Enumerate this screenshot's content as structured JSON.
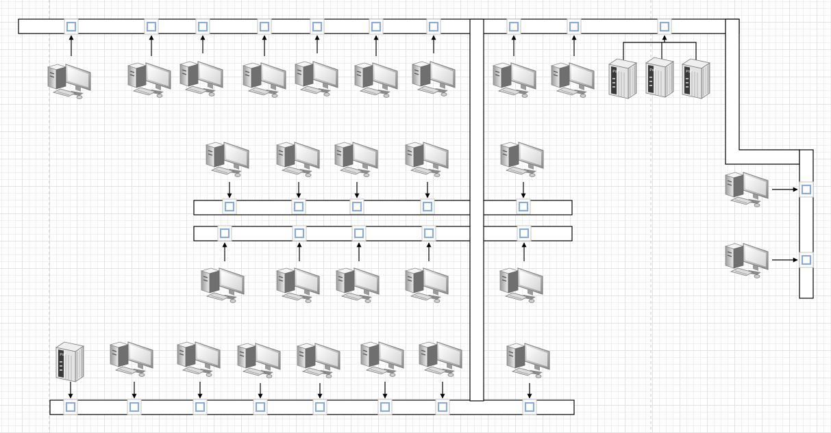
{
  "diagram": {
    "type": "network-topology",
    "colors": {
      "bus_stroke": "#000000",
      "bus_fill": "#ffffff",
      "port_border": "#7ea6d9",
      "port_face": "#ffffff",
      "arrow": "#000000",
      "page_guide": "#c8c8c8"
    },
    "buses": [
      {
        "id": "top-main-bus",
        "orientation": "horizontal"
      },
      {
        "id": "vertical-trunk",
        "orientation": "vertical"
      },
      {
        "id": "upper-middle-bus",
        "orientation": "horizontal"
      },
      {
        "id": "lower-middle-bus",
        "orientation": "horizontal"
      },
      {
        "id": "bottom-bus",
        "orientation": "horizontal"
      },
      {
        "id": "right-branch-bus",
        "orientation": "vertical"
      }
    ],
    "devices": [
      {
        "id": "top-pc-1",
        "kind": "computer",
        "bus": "top-main-bus"
      },
      {
        "id": "top-pc-2",
        "kind": "computer",
        "bus": "top-main-bus"
      },
      {
        "id": "top-pc-3",
        "kind": "computer",
        "bus": "top-main-bus"
      },
      {
        "id": "top-pc-4",
        "kind": "computer",
        "bus": "top-main-bus"
      },
      {
        "id": "top-pc-5",
        "kind": "computer",
        "bus": "top-main-bus"
      },
      {
        "id": "top-pc-6",
        "kind": "computer",
        "bus": "top-main-bus"
      },
      {
        "id": "top-pc-7",
        "kind": "computer",
        "bus": "top-main-bus"
      },
      {
        "id": "top-pc-8",
        "kind": "computer",
        "bus": "top-main-bus"
      },
      {
        "id": "top-pc-9",
        "kind": "computer",
        "bus": "top-main-bus"
      },
      {
        "id": "top-server-1",
        "kind": "server",
        "bus": "top-main-bus"
      },
      {
        "id": "top-server-2",
        "kind": "server",
        "bus": "top-main-bus"
      },
      {
        "id": "top-server-3",
        "kind": "server",
        "bus": "top-main-bus"
      },
      {
        "id": "mid-upper-pc-1",
        "kind": "computer",
        "bus": "upper-middle-bus"
      },
      {
        "id": "mid-upper-pc-2",
        "kind": "computer",
        "bus": "upper-middle-bus"
      },
      {
        "id": "mid-upper-pc-3",
        "kind": "computer",
        "bus": "upper-middle-bus"
      },
      {
        "id": "mid-upper-pc-4",
        "kind": "computer",
        "bus": "upper-middle-bus"
      },
      {
        "id": "mid-upper-pc-5",
        "kind": "computer",
        "bus": "upper-middle-bus"
      },
      {
        "id": "mid-lower-pc-1",
        "kind": "computer",
        "bus": "lower-middle-bus"
      },
      {
        "id": "mid-lower-pc-2",
        "kind": "computer",
        "bus": "lower-middle-bus"
      },
      {
        "id": "mid-lower-pc-3",
        "kind": "computer",
        "bus": "lower-middle-bus"
      },
      {
        "id": "mid-lower-pc-4",
        "kind": "computer",
        "bus": "lower-middle-bus"
      },
      {
        "id": "mid-lower-pc-5",
        "kind": "computer",
        "bus": "lower-middle-bus"
      },
      {
        "id": "bottom-server-1",
        "kind": "server",
        "bus": "bottom-bus"
      },
      {
        "id": "bottom-pc-1",
        "kind": "computer",
        "bus": "bottom-bus"
      },
      {
        "id": "bottom-pc-2",
        "kind": "computer",
        "bus": "bottom-bus"
      },
      {
        "id": "bottom-pc-3",
        "kind": "computer",
        "bus": "bottom-bus"
      },
      {
        "id": "bottom-pc-4",
        "kind": "computer",
        "bus": "bottom-bus"
      },
      {
        "id": "bottom-pc-5",
        "kind": "computer",
        "bus": "bottom-bus"
      },
      {
        "id": "bottom-pc-6",
        "kind": "computer",
        "bus": "bottom-bus"
      },
      {
        "id": "bottom-pc-7",
        "kind": "computer",
        "bus": "bottom-bus"
      },
      {
        "id": "right-pc-1",
        "kind": "computer",
        "bus": "right-branch-bus"
      },
      {
        "id": "right-pc-2",
        "kind": "computer",
        "bus": "right-branch-bus"
      }
    ],
    "server_badge_text": "PoE"
  }
}
